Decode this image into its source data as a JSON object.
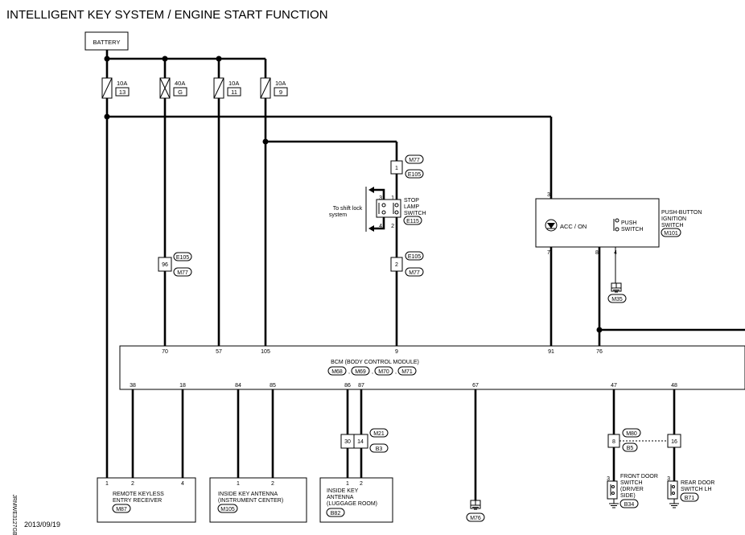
{
  "title": "INTELLIGENT KEY SYSTEM / ENGINE START FUNCTION",
  "battery": "BATTERY",
  "fuses": [
    {
      "rating": "10A",
      "num": "13"
    },
    {
      "rating": "40A",
      "num": "G"
    },
    {
      "rating": "10A",
      "num": "11"
    },
    {
      "rating": "10A",
      "num": "9"
    }
  ],
  "stop_lamp": {
    "conn_top": "M77",
    "conn_top2": "E105",
    "pin_top": "1",
    "label": [
      "STOP",
      "LAMP",
      "SWITCH"
    ],
    "code": "E115",
    "pins": [
      "3",
      "1",
      "4",
      "2"
    ],
    "shift_note": [
      "To shift lock",
      "system"
    ],
    "pin_bottom": "2",
    "conn_bottom": "E105",
    "conn_bottom2": "M77"
  },
  "left_connector": {
    "pin": "96",
    "conn1": "E105",
    "conn2": "M77"
  },
  "push_button": {
    "label": [
      "PUSH-BUTTON",
      "IGNITION",
      "SWITCH"
    ],
    "code": "M101",
    "acc": "ACC / ON",
    "switch": [
      "PUSH",
      "SWITCH"
    ],
    "pins": [
      "3",
      "7",
      "8",
      "4"
    ],
    "ground": "M35"
  },
  "bcm": {
    "label": "BCM (BODY CONTROL MODULE)",
    "codes": [
      "M68",
      "M69",
      "M70",
      "M71"
    ],
    "top_pins": [
      "70",
      "57",
      "105",
      "9",
      "91",
      "76"
    ],
    "bottom_pins": [
      "38",
      "18",
      "84",
      "85",
      "86",
      "87",
      "67",
      "47",
      "48"
    ]
  },
  "luggage_connector": {
    "pins": [
      "30",
      "14"
    ],
    "conn1": "M21",
    "conn2": "B3"
  },
  "door_connector": {
    "pins": [
      "8",
      "16"
    ],
    "conn1": "M80",
    "conn2": "B5"
  },
  "remote_keyless": {
    "label": [
      "REMOTE KEYLESS",
      "ENTRY RECEIVER"
    ],
    "code": "M87",
    "pins": [
      "1",
      "2",
      "4"
    ]
  },
  "antenna_instrument": {
    "label": [
      "INSIDE KEY ANTENNA",
      "(INSTRUMENT CENTER)"
    ],
    "code": "M105",
    "pins": [
      "1",
      "2"
    ]
  },
  "antenna_luggage": {
    "label": [
      "INSIDE KEY",
      "ANTENNA",
      "(LUGGAGE ROOM)"
    ],
    "code": "B82",
    "pins": [
      "1",
      "2"
    ]
  },
  "ground_bcm": "M76",
  "front_door": {
    "label": [
      "FRONT DOOR",
      "SWITCH",
      "(DRIVER",
      "SIDE)"
    ],
    "code": "B34",
    "pin": "3"
  },
  "rear_door": {
    "label": [
      "REAR DOOR",
      "SWITCH LH"
    ],
    "code": "B71",
    "pin": "3"
  },
  "date": "2013/09/19",
  "diagram_id": "JRMWE3127GB"
}
